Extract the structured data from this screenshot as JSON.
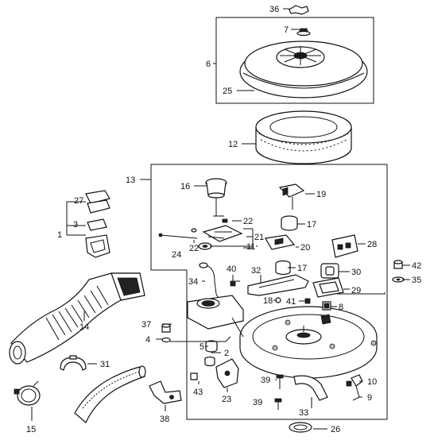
{
  "diagram": {
    "callouts": {
      "p1": "1",
      "p2": "2",
      "p3": "3",
      "p4": "4",
      "p5": "5",
      "p6": "6",
      "p7": "7",
      "p8": "8",
      "p9": "9",
      "p10": "10",
      "p11": "11",
      "p12": "12",
      "p13": "13",
      "p14": "14",
      "p15": "15",
      "p16": "16",
      "p17a": "17",
      "p17b": "17",
      "p18": "18",
      "p19": "19",
      "p20": "20",
      "p21": "21",
      "p22a": "22",
      "p22b": "22",
      "p23": "23",
      "p24": "24",
      "p25": "25",
      "p26": "26",
      "p27": "27",
      "p28": "28",
      "p29": "29",
      "p30": "30",
      "p31": "31",
      "p32": "32",
      "p33": "33",
      "p34": "34",
      "p35": "35",
      "p36": "36",
      "p37": "37",
      "p38": "38",
      "p39a": "39",
      "p39b": "39",
      "p40": "40",
      "p41": "41",
      "p42": "42",
      "p43": "43"
    }
  }
}
